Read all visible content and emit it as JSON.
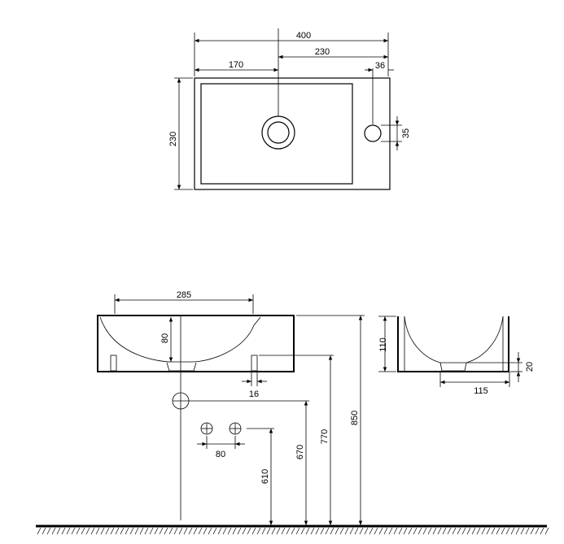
{
  "top_view": {
    "dims": {
      "overall_width": "400",
      "left_to_drain": "170",
      "drain_to_right": "230",
      "tap_offset": "36",
      "depth": "230",
      "tap_hole": "35"
    }
  },
  "front_view": {
    "dims": {
      "bowl_width": "285",
      "bowl_depth": "80",
      "bracket_width": "16",
      "valve_spacing": "80",
      "valve_height": "610",
      "waste_height": "670",
      "bracket_height": "770",
      "top_height": "850"
    }
  },
  "side_view": {
    "dims": {
      "bowl_height": "110",
      "base_thickness": "20",
      "base_width": "115"
    }
  }
}
